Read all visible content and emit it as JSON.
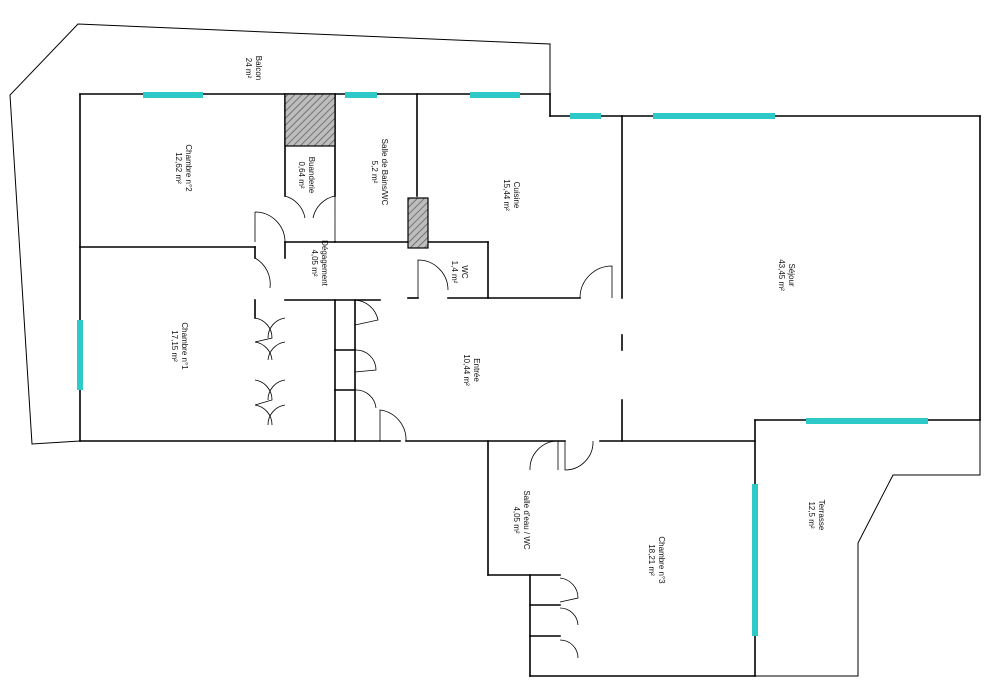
{
  "rooms": {
    "balcon": {
      "name": "Balcon",
      "area": "24 m²"
    },
    "chambre2": {
      "name": "Chambre n°2",
      "area": "12,62 m²"
    },
    "buanderie": {
      "name": "Buanderie",
      "area": "0,64 m²"
    },
    "sdb": {
      "name": "Salle de Bains/WC",
      "area": "5,2 m²"
    },
    "cuisine": {
      "name": "Cuisine",
      "area": "15,44 m²"
    },
    "degagement": {
      "name": "Dégagement",
      "area": "4,05 m²"
    },
    "wc": {
      "name": "WC",
      "area": "1,4 m²"
    },
    "sejour": {
      "name": "Séjour",
      "area": "43,45 m²"
    },
    "chambre1": {
      "name": "Chambre n°1",
      "area": "17,15 m²"
    },
    "entree": {
      "name": "Entrée",
      "area": "10,44 m²"
    },
    "salle_eau": {
      "name": "Salle d'eau / WC",
      "area": "4,05 m²"
    },
    "chambre3": {
      "name": "Chambre n°3",
      "area": "18,21 m²"
    },
    "terrasse": {
      "name": "Terrasse",
      "area": "12,5 m²"
    }
  },
  "colors": {
    "window": "#2ec9c9",
    "wall": "#000000"
  }
}
